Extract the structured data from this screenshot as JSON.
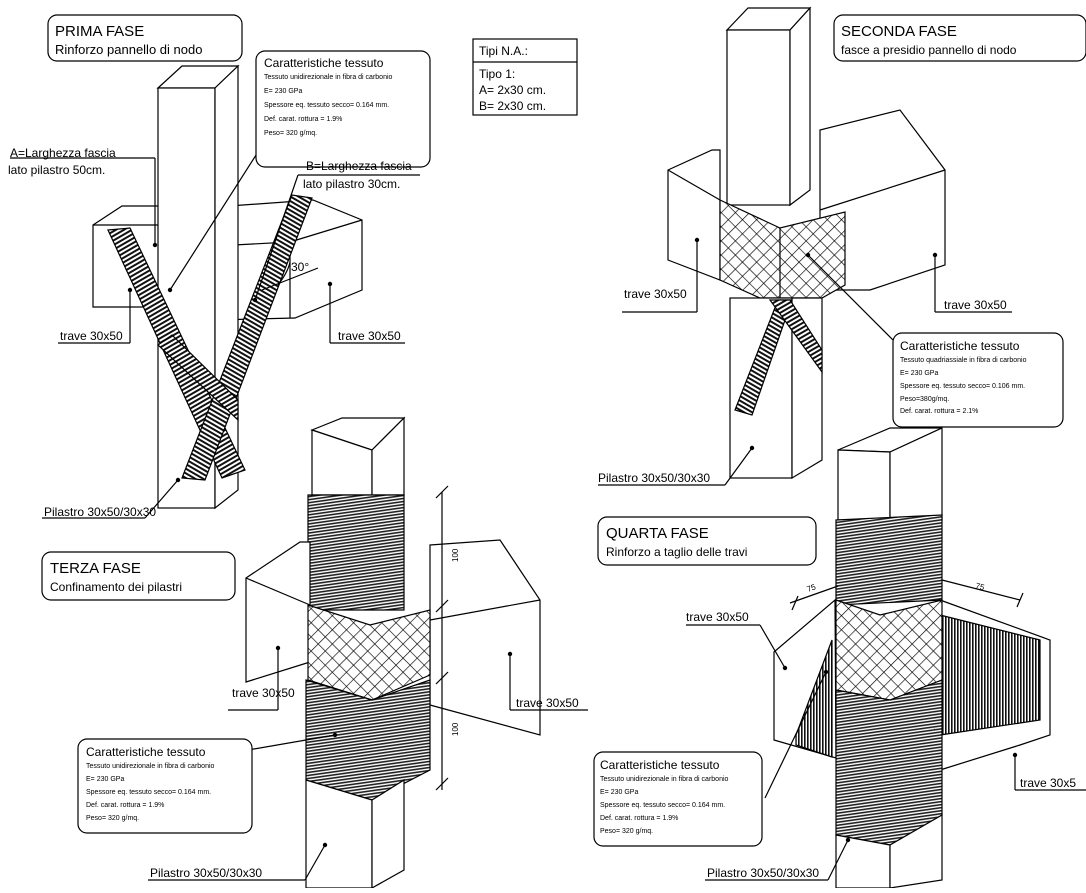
{
  "phase1": {
    "title": "PRIMA FASE",
    "subtitle": "Rinforzo pannello di nodo",
    "fabric": {
      "heading": "Caratteristiche tessuto",
      "lines": [
        "Tessuto unidirezionale in fibra di carbonio",
        "E= 230 GPa",
        "Spessore eq. tessuto secco= 0.164 mm.",
        "Def. carat. rottura = 1.9%",
        "Peso= 320 g/mq."
      ]
    },
    "label_a1": "A=Larghezza fascia",
    "label_a2": "lato pilastro 50cm.",
    "label_b1": "B=Larghezza fascia",
    "label_b2": "lato pilastro 30cm.",
    "angle": "30°",
    "beam_left": "trave 30x50",
    "beam_right": "trave 30x50",
    "column": "Pilastro 30x50/30x30"
  },
  "types": {
    "header": "Tipi N.A.:",
    "line1": "Tipo 1:",
    "line2": "A= 2x30 cm.",
    "line3": "B= 2x30 cm."
  },
  "phase2": {
    "title": "SECONDA FASE",
    "subtitle": "fasce a presidio pannello di nodo",
    "fabric": {
      "heading": "Caratteristiche tessuto",
      "lines": [
        "Tessuto quadriassiale in fibra di carbonio",
        "E= 230 GPa",
        "Spessore eq. tessuto secco= 0.106 mm.",
        "Peso=380g/mq.",
        "Def. carat. rottura = 2.1%"
      ]
    },
    "beam_left": "trave 30x50",
    "beam_right": "trave 30x50",
    "column": "Pilastro 30x50/30x30"
  },
  "phase3": {
    "title": "TERZA FASE",
    "subtitle": "Confinamento dei pilastri",
    "fabric": {
      "heading": "Caratteristiche tessuto",
      "lines": [
        "Tessuto unidirezionale in fibra di carbonio",
        "E= 230 GPa",
        "Spessore eq. tessuto secco= 0.164 mm.",
        "Def. carat. rottura = 1.9%",
        "Peso= 320 g/mq."
      ]
    },
    "dim_top": "100",
    "dim_bottom": "100",
    "beam_left": "trave 30x50",
    "beam_right": "trave 30x50",
    "column": "Pilastro 30x50/30x30"
  },
  "phase4": {
    "title": "QUARTA FASE",
    "subtitle": "Rinforzo a taglio delle travi",
    "fabric": {
      "heading": "Caratteristiche tessuto",
      "lines": [
        "Tessuto unidirezionale in fibra di carbonio",
        "E= 230 GPa",
        "Spessore eq. tessuto secco= 0.164 mm.",
        "Def. carat. rottura = 1.9%",
        "Peso= 320 g/mq."
      ]
    },
    "dim_left": "75",
    "dim_right": "75",
    "beam_left": "trave 30x50",
    "beam_right": "trave 30x5",
    "column": "Pilastro 30x50/30x30"
  }
}
